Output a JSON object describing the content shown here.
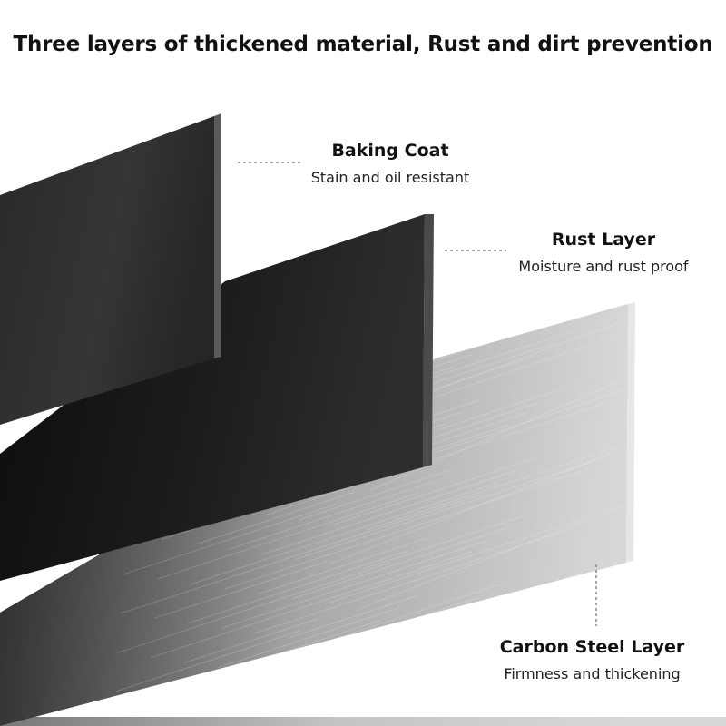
{
  "headline": "Three layers of thickened material, Rust and dirt prevention",
  "layers": [
    {
      "name": "Baking Coat",
      "description": "Stain and oil resistant",
      "color": "#2a2a2a"
    },
    {
      "name": "Rust Layer",
      "description": "Moisture and rust proof",
      "color": "#1a1a1a"
    },
    {
      "name": "Carbon Steel Layer",
      "description": "Firmness and thickening",
      "color": "#b8b8b8"
    }
  ],
  "leader_color": "#8a8a8a"
}
